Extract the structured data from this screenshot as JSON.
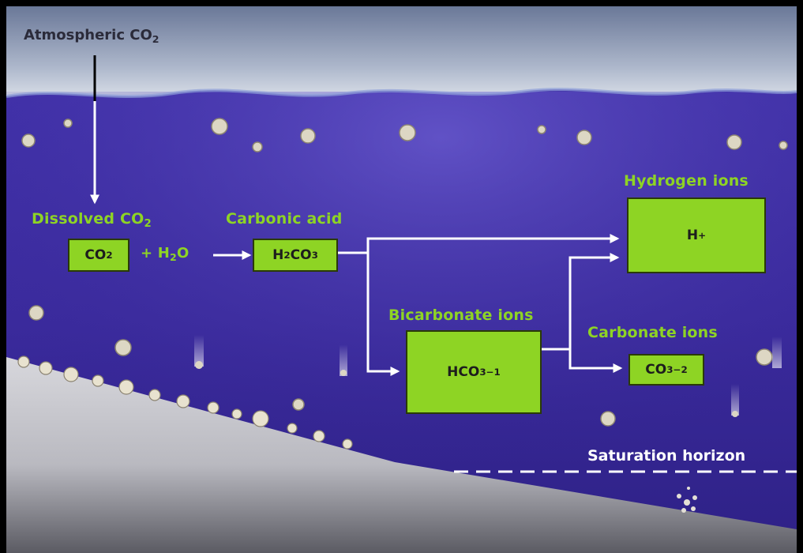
{
  "atmosphere": {
    "label_main": "Atmospheric CO",
    "label_sub": "2"
  },
  "dissolved": {
    "label_main": "Dissolved CO",
    "label_sub": "2",
    "box_main": "CO",
    "box_sub": "2"
  },
  "water": {
    "plus": "+ H",
    "sub": "2",
    "o": "O"
  },
  "carbonic": {
    "label": "Carbonic acid",
    "box_h": "H",
    "box_h_sub": "2",
    "box_co": "CO",
    "box_co_sub": "3"
  },
  "hydrogen": {
    "label": "Hydrogen ions",
    "box_main": "H",
    "box_sup": "+"
  },
  "bicarbonate": {
    "label": "Bicarbonate ions",
    "box_main": "HCO",
    "box_sub": "3",
    "box_sup": "−1"
  },
  "carbonate": {
    "label": "Carbonate ions",
    "box_main": "CO",
    "box_sub": "3",
    "box_sup": "−2"
  },
  "saturation": {
    "label": "Saturation horizon"
  },
  "colors": {
    "box": "#8ed424",
    "label": "#8ed424",
    "water": "#3b2ba0",
    "arrow": "#ffffff"
  }
}
